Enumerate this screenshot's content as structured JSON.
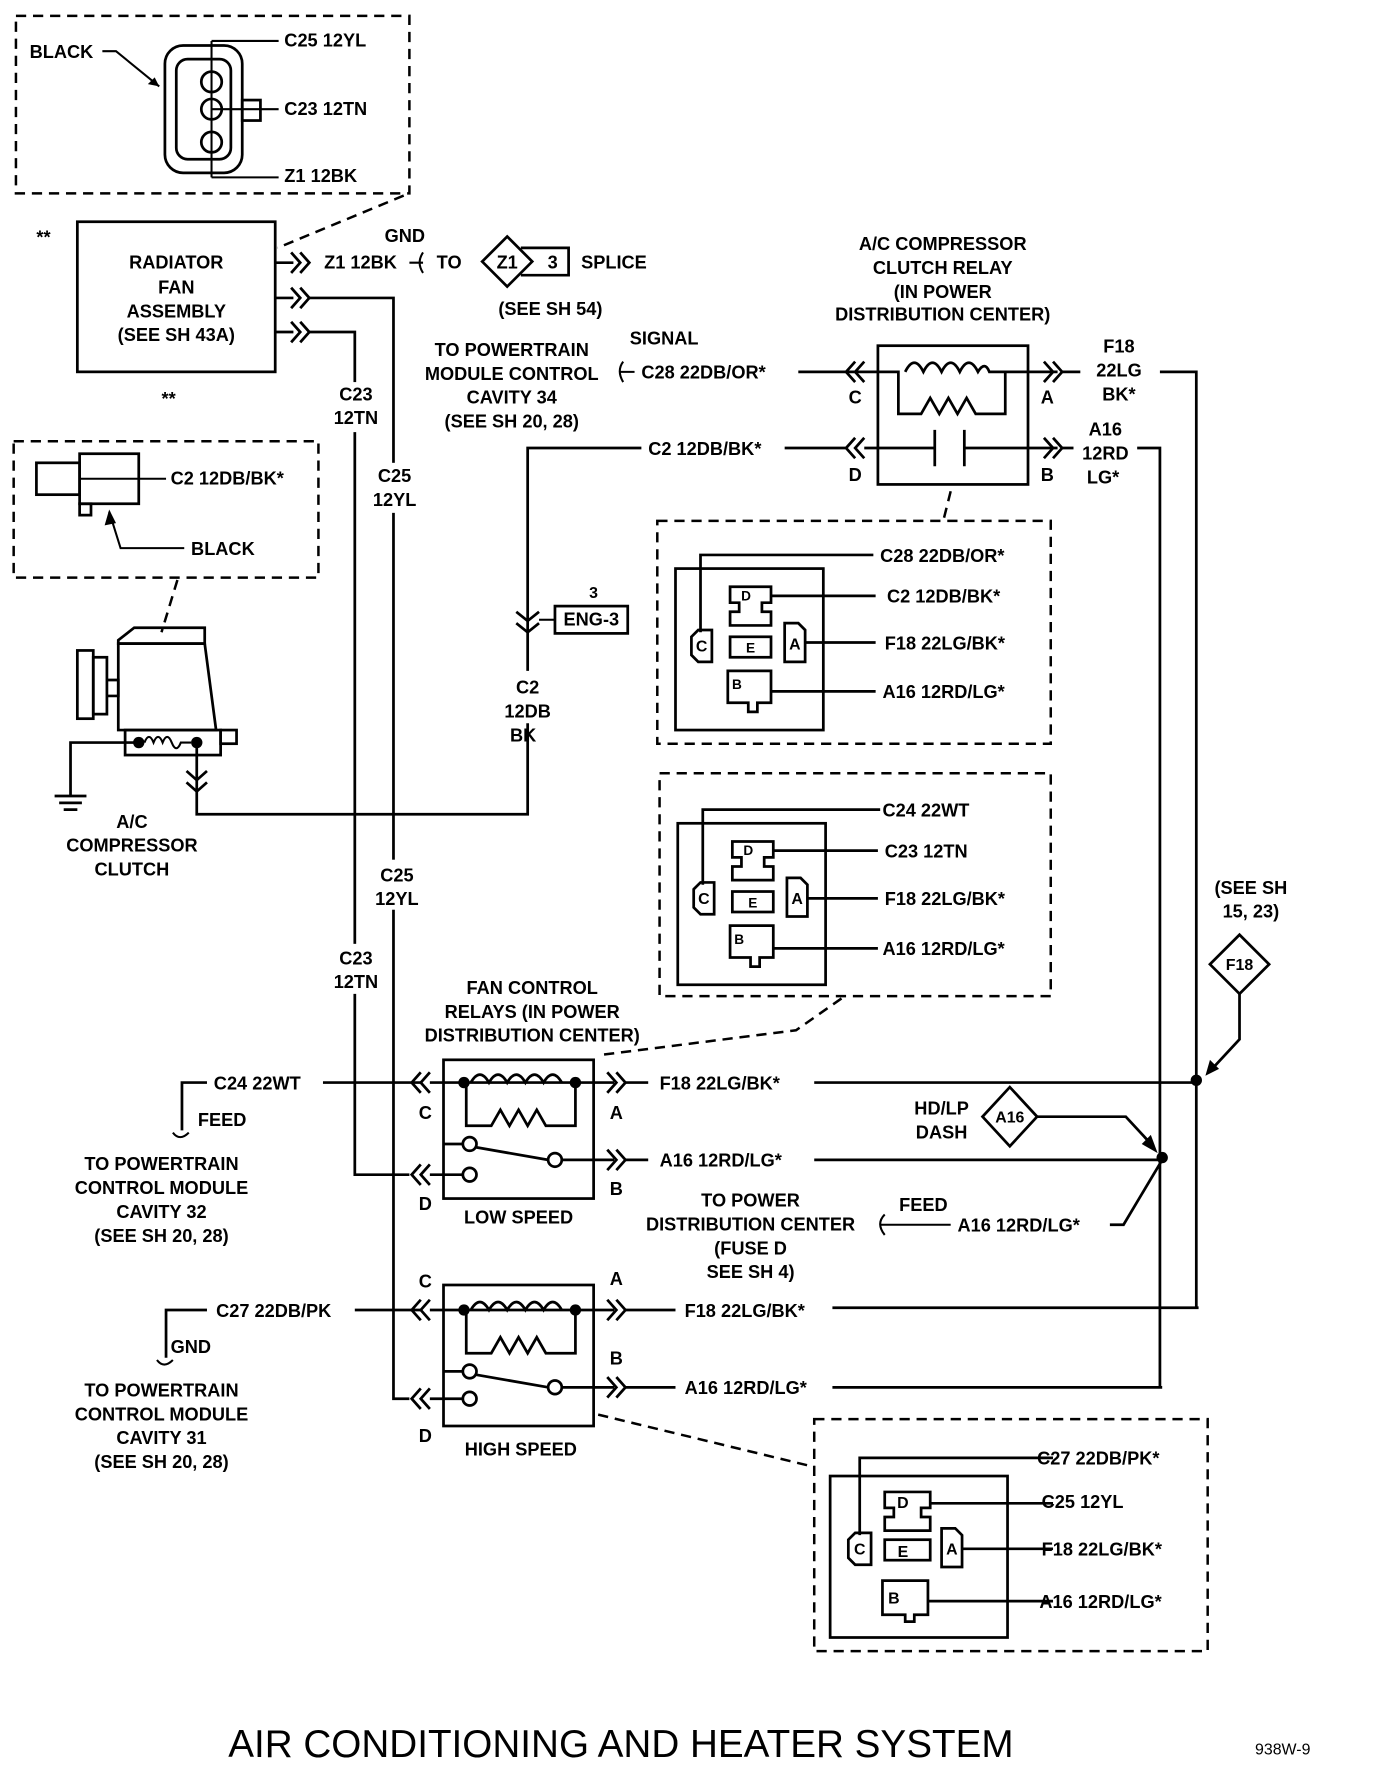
{
  "title": "AIR CONDITIONING AND HEATER SYSTEM",
  "figure_code": "938W-9",
  "markers": {
    "double_star": "**"
  },
  "radiator_connector_detail": {
    "color_label": "BLACK",
    "pins": [
      "C25 12YL",
      "C23 12TN",
      "Z1 12BK"
    ]
  },
  "radiator_fan": {
    "name": [
      "RADIATOR",
      "FAN",
      "ASSEMBLY",
      "(SEE SH 43A)"
    ],
    "ground_label": "GND",
    "z1_wire": "Z1 12BK",
    "to_label": "TO",
    "splice_id": "Z1",
    "splice_num": "3",
    "splice_label": "SPLICE",
    "splice_ref": "(SEE SH 54)",
    "c23_label": [
      "C23",
      "12TN"
    ],
    "c25_label": [
      "C25",
      "12YL"
    ]
  },
  "compressor_connector_detail": {
    "pin": "C2 12DB/BK*",
    "color_label": "BLACK"
  },
  "compressor_clutch": {
    "name": [
      "A/C",
      "COMPRESSOR",
      "CLUTCH"
    ],
    "wire_label": [
      "C2",
      "12DB",
      "BK"
    ],
    "inline_connector": "ENG-3",
    "inline_cavity": "3"
  },
  "pcm_signal": {
    "lines": [
      "TO POWERTRAIN",
      "MODULE CONTROL",
      "CAVITY 34",
      "(SEE SH 20, 28)"
    ],
    "type": "SIGNAL",
    "wire": "C28 22DB/OR*"
  },
  "ac_relay": {
    "name": [
      "A/C COMPRESSOR",
      "CLUTCH RELAY",
      "(IN POWER",
      "DISTRIBUTION CENTER)"
    ],
    "pins": {
      "c": "C",
      "d": "D",
      "a": "A",
      "b": "B"
    },
    "wire_d": "C2 12DB/BK*",
    "wire_a": [
      "F18",
      "22LG",
      "BK*"
    ],
    "wire_b": [
      "A16",
      "12RD",
      "LG*"
    ]
  },
  "relay_sockets": [
    {
      "id": "ac-clutch-relay-socket",
      "cavities": [
        "C",
        "D",
        "E",
        "A",
        "B"
      ],
      "wires": [
        "C28 22DB/OR*",
        "C2 12DB/BK*",
        "F18 22LG/BK*",
        "A16 12RD/LG*"
      ]
    },
    {
      "id": "low-speed-relay-socket",
      "cavities": [
        "C",
        "D",
        "E",
        "A",
        "B"
      ],
      "wires": [
        "C24 22WT",
        "C23 12TN",
        "F18 22LG/BK*",
        "A16 12RD/LG*"
      ]
    },
    {
      "id": "high-speed-relay-socket",
      "cavities": [
        "C",
        "D",
        "E",
        "A",
        "B"
      ],
      "wires": [
        "C27 22DB/PK*",
        "C25 12YL",
        "F18 22LG/BK*",
        "A16 12RD/LG*"
      ]
    }
  ],
  "fan_relays": {
    "name": [
      "FAN CONTROL",
      "RELAYS (IN POWER",
      "DISTRIBUTION CENTER)"
    ],
    "low": {
      "label": "LOW SPEED",
      "pins": {
        "c": "C",
        "d": "D",
        "a": "A",
        "b": "B"
      },
      "wire_a": "F18 22LG/BK*",
      "wire_b": "A16 12RD/LG*"
    },
    "high": {
      "label": "HIGH SPEED",
      "pins": {
        "c": "C",
        "d": "D",
        "a": "A",
        "b": "B"
      },
      "wire_a": "F18 22LG/BK*",
      "wire_b": "A16 12RD/LG*"
    },
    "c23_label": [
      "C23",
      "12TN"
    ],
    "c25_label": [
      "C25",
      "12YL"
    ]
  },
  "pcm_feed": {
    "wire": "C24 22WT",
    "type": "FEED",
    "lines": [
      "TO POWERTRAIN",
      "CONTROL MODULE",
      "CAVITY 32",
      "(SEE SH 20, 28)"
    ]
  },
  "pcm_gnd": {
    "wire": "C27 22DB/PK",
    "type": "GND",
    "lines": [
      "TO POWERTRAIN",
      "CONTROL MODULE",
      "CAVITY 31",
      "(SEE SH 20, 28)"
    ]
  },
  "power_feed": {
    "lines": [
      "TO POWER",
      "DISTRIBUTION CENTER",
      "(FUSE D",
      "SEE SH 4)"
    ],
    "type": "FEED",
    "wire": "A16 12RD/LG*"
  },
  "f18_ref": {
    "id": "F18",
    "ref": [
      "(SEE SH",
      "15, 23)"
    ]
  },
  "a16_ref": {
    "id": "A16",
    "label": [
      "HD/LP",
      "DASH"
    ]
  }
}
